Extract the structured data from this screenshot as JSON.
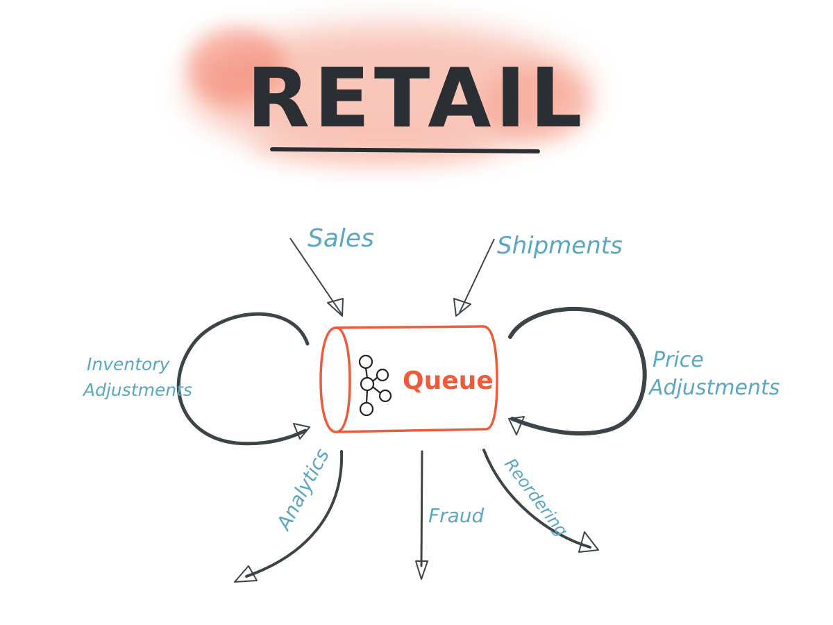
{
  "title": "RETAIL",
  "queue": {
    "label": "Queue",
    "icon": "kafka-logo-icon"
  },
  "inputs": {
    "sales": "Sales",
    "shipments": "Shipments"
  },
  "loops": {
    "inventory_line1": "Inventory",
    "inventory_line2": "Adjustments",
    "price_line1": "Price",
    "price_line2": "Adjustments"
  },
  "outputs": {
    "analytics": "Analytics",
    "fraud": "Fraud",
    "reordering": "Reordering"
  },
  "colors": {
    "title_ink": "#2b2f33",
    "title_wash": "#f4937c",
    "label_blue": "#5aa7c1",
    "queue_orange": "#ef5a3c",
    "arrow_ink": "#3d4448"
  }
}
